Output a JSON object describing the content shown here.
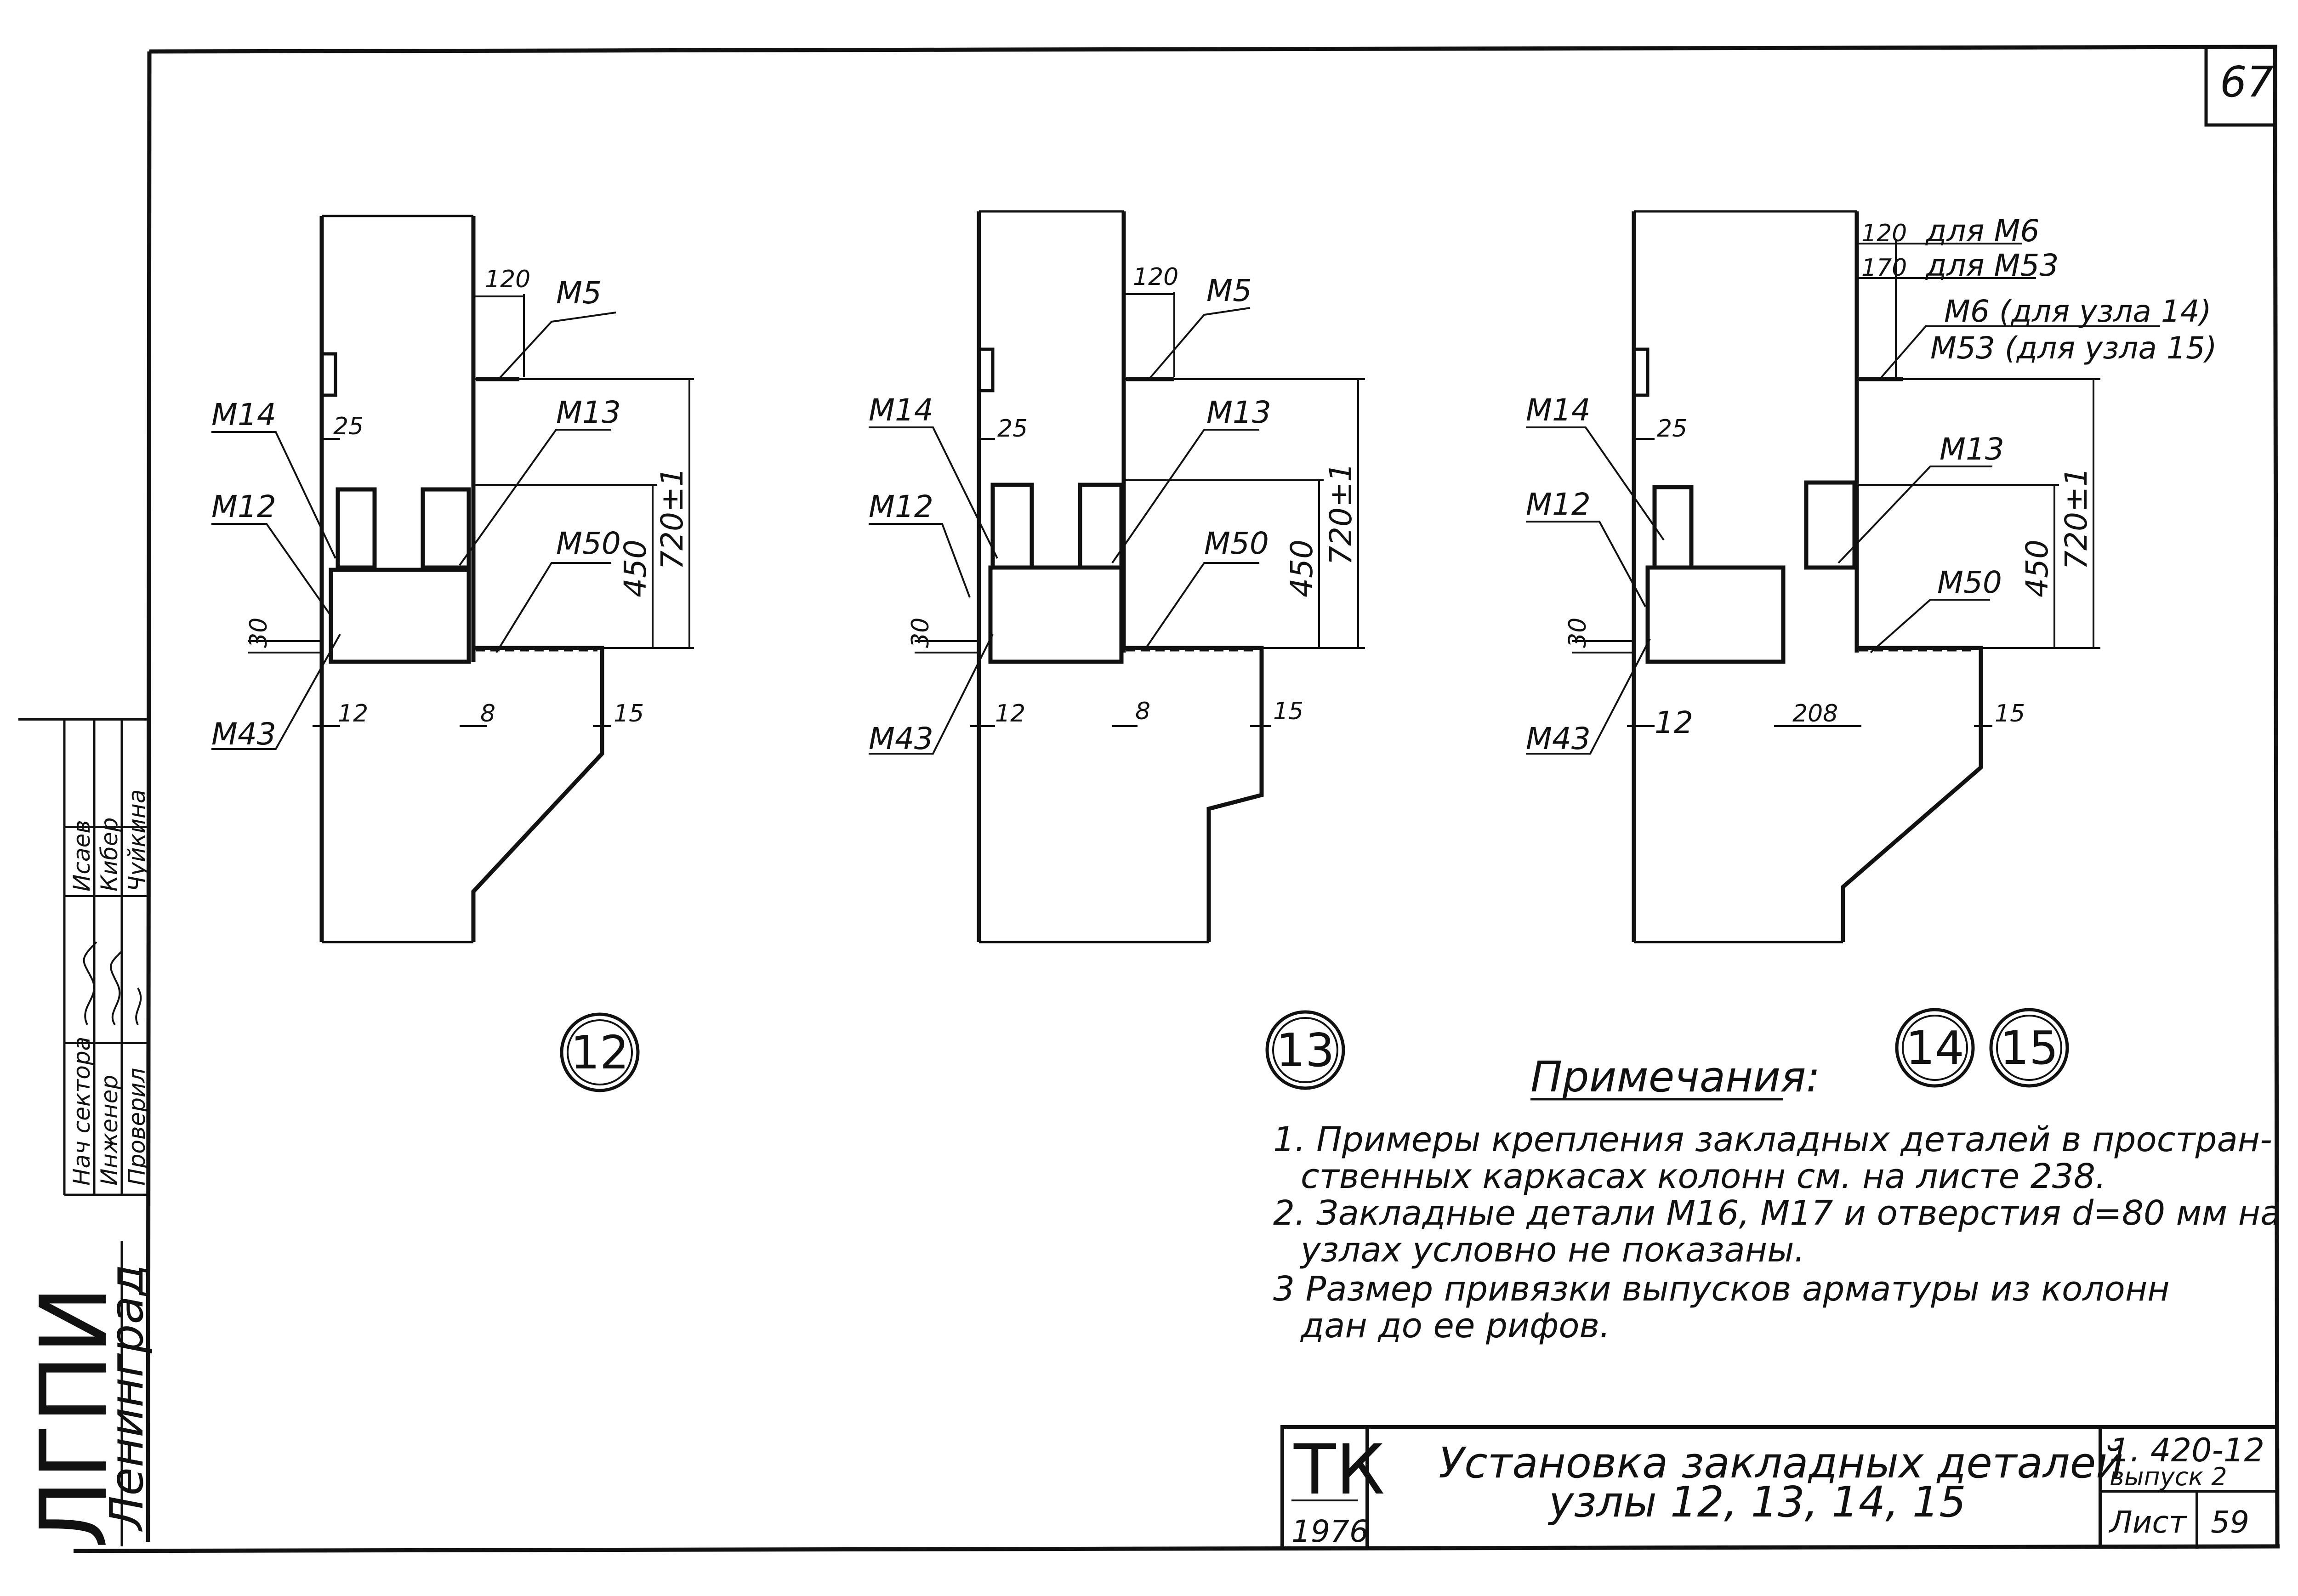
{
  "sheet": {
    "page_number": "67",
    "node_circles": [
      "12",
      "13",
      "14",
      "15"
    ],
    "notes_title": "Примечания:",
    "notes": [
      "1. Примеры крепления закладных деталей в простран-",
      "ственных каркасах колонн см. на листе 238.",
      "2. Закладные детали М16, М17 и отверстия d=80 мм на",
      "узлах условно не показаны.",
      "3 Размер привязки выпусков арматуры из колонн",
      "дан до ее рифов."
    ]
  },
  "node12": {
    "labels": [
      "M5",
      "M14",
      "M13",
      "M12",
      "M50",
      "M43"
    ],
    "dims": [
      "120",
      "25",
      "720±1",
      "450",
      "30",
      "12",
      "8",
      "15"
    ]
  },
  "node13": {
    "labels": [
      "M5",
      "M14",
      "M13",
      "M12",
      "M50",
      "M43"
    ],
    "dims": [
      "120",
      "25",
      "720±1",
      "450",
      "30",
      "12",
      "8",
      "15"
    ]
  },
  "node1415": {
    "callouts": [
      "для М6",
      "для М53",
      "М6 (для узла 14)",
      "М53 (для узла 15)"
    ],
    "labels": [
      "M14",
      "M13",
      "M12",
      "M50",
      "M43"
    ],
    "dims": [
      "120",
      "170",
      "25",
      "720±1",
      "450",
      "30",
      "12",
      "208",
      "15"
    ]
  },
  "title_block": {
    "stamp_top": "ТК",
    "stamp_year": "1976",
    "title_line1": "Установка закладных деталей",
    "title_line2": "узлы 12, 13, 14, 15",
    "series": "1. 420-12",
    "issue": "выпуск 2",
    "sheet_label": "Лист",
    "sheet_number": "59"
  },
  "side_block": {
    "org": "ЛГПИ",
    "city": "Ленинград",
    "roles": [
      "Нач сектора",
      "Инженер",
      "Проверил"
    ],
    "names": [
      "Исаев",
      "Кибер",
      "Чуйкина"
    ]
  }
}
